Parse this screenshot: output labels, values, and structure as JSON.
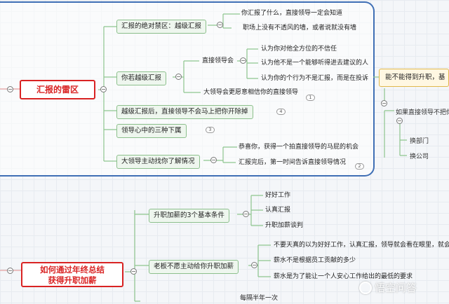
{
  "root1": {
    "label": "汇报的雷区",
    "branches": [
      {
        "label": "汇报的绝对禁区：越级汇报",
        "children": [
          "你汇报了什么，直接领导一定会知道",
          "职场上没有不透风的墙，或者说就没有墙"
        ]
      },
      {
        "label": "你若越级汇报",
        "sub_label": "直接领导会",
        "sub_children": [
          "认为你对他全方位的不信任",
          "认为他不是一个能够听得进去建议的人",
          "认为你的个行为不是汇报，而是在投诉"
        ],
        "extra_child": "大领导会更愿意相信你的直接领导",
        "extra_badge": "1"
      },
      {
        "label": "越级汇报后，直接领导不会马上把你开除掉",
        "badge": "4"
      },
      {
        "label": "领导心中的三种下属",
        "badge": "3"
      },
      {
        "label": "大领导主动找你了解情况",
        "children": [
          "恭喜你，获得一个拍直接领导的马屁的机会",
          "汇报完后，第一时间告诉直接领导情况"
        ],
        "badge": "2"
      }
    ]
  },
  "right_side": {
    "node": "能不能得到升职，基",
    "sub_label": "如果直接领导不把你",
    "leaves": [
      "换部门",
      "换公司"
    ]
  },
  "root2": {
    "label_line1": "如何通过年终总结",
    "label_line2": "获得升职加薪",
    "branches": [
      {
        "label": "升职加薪的3个基本条件",
        "children": [
          "好好工作",
          "认真汇报",
          "升职加薪谈判"
        ]
      },
      {
        "label": "老板不愿主动给你升职加薪",
        "children": [
          "不要天真的以为好好工作，认真汇报，领导就会看在眼里，就会",
          "薪水不是根据员工贡献的多少",
          "薪水是为了能让一个人安心工作给出的最低的要求"
        ]
      }
    ],
    "tail_leaf": "每隔半年一次"
  },
  "collapse_symbol": "−",
  "watermark": {
    "text": "悟空问答"
  }
}
